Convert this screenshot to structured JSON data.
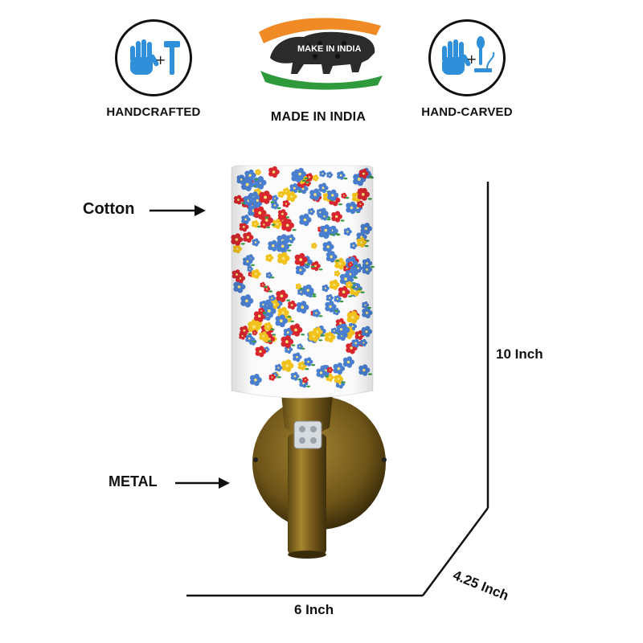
{
  "badges": {
    "handcrafted": {
      "label": "HANDCRAFTED",
      "icon": "hand-plus-hammer-icon"
    },
    "made_in_india": {
      "label": "MADE IN INDIA",
      "logo_text": "MAKE IN INDIA",
      "icon": "make-in-india-lion-logo"
    },
    "handcarved": {
      "label": "HAND-CARVED",
      "icon": "hand-plus-carving-tool-icon"
    }
  },
  "callouts": {
    "shade_material": "Cotton",
    "base_material": "METAL"
  },
  "dimensions": {
    "height": "10 Inch",
    "width": "6 Inch",
    "depth": "4.25 Inch"
  },
  "colors": {
    "icon_blue": "#2f8fd8",
    "saffron": "#f08a24",
    "green": "#2e9a3c",
    "brass": "#8a6b22",
    "flower_blue": "#4a7fd0",
    "flower_red": "#d8262e",
    "flower_yellow": "#f2c21c"
  }
}
